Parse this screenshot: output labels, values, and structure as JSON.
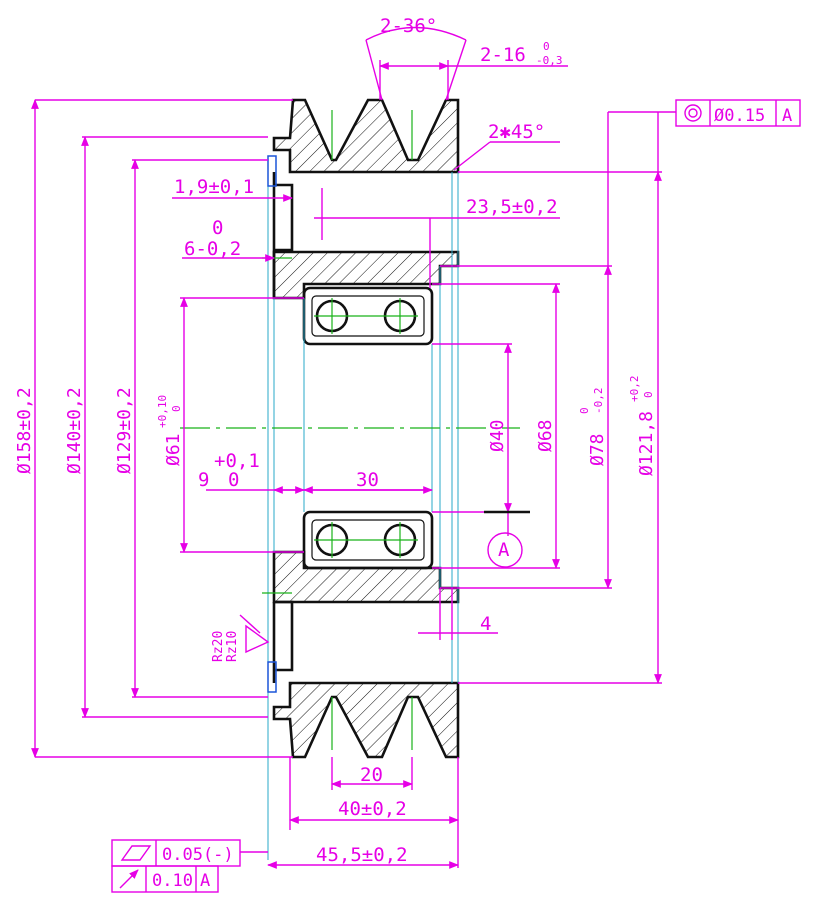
{
  "dimensions": {
    "groove_angle": "2-36°",
    "groove_width_main": "2-16",
    "groove_width_tol_upper": "0",
    "groove_width_tol_lower": "-0,3",
    "chamfer": "2✱45°",
    "offset_19": "1,9±0,1",
    "offset_6_upper": "0",
    "offset_6_main": "6-0,2",
    "len_23_5": "23,5±0,2",
    "dia_158": "Ø158±0,2",
    "dia_140": "Ø140±0,2",
    "dia_129": "Ø129±0,2",
    "dia_61_main": "Ø61",
    "dia_61_tol_upper": "+0,10",
    "dia_61_tol_lower": "0",
    "len_9_upper": "+0,1",
    "len_9_main": "9",
    "len_9_lower": "0",
    "len_30": "30",
    "dia_40": "Ø40",
    "dia_68": "Ø68",
    "dia_78_main": "Ø78",
    "dia_78_tol_upper": "0",
    "dia_78_tol_lower": "-0,2",
    "dia_121_main": "Ø121,8",
    "dia_121_tol_upper": "+0,2",
    "dia_121_tol_lower": "0",
    "len_4": "4",
    "len_20": "20",
    "len_40": "40±0,2",
    "len_45_5": "45,5±0,2",
    "rz20": "Rz20",
    "rz10": "Rz10",
    "datum": "A"
  },
  "concentricity_frame": {
    "value": "Ø0.15",
    "datum": "A"
  },
  "flatness_frame": {
    "value": "0.05(-)"
  },
  "runout_frame": {
    "value": "0.10",
    "datum": "A"
  }
}
